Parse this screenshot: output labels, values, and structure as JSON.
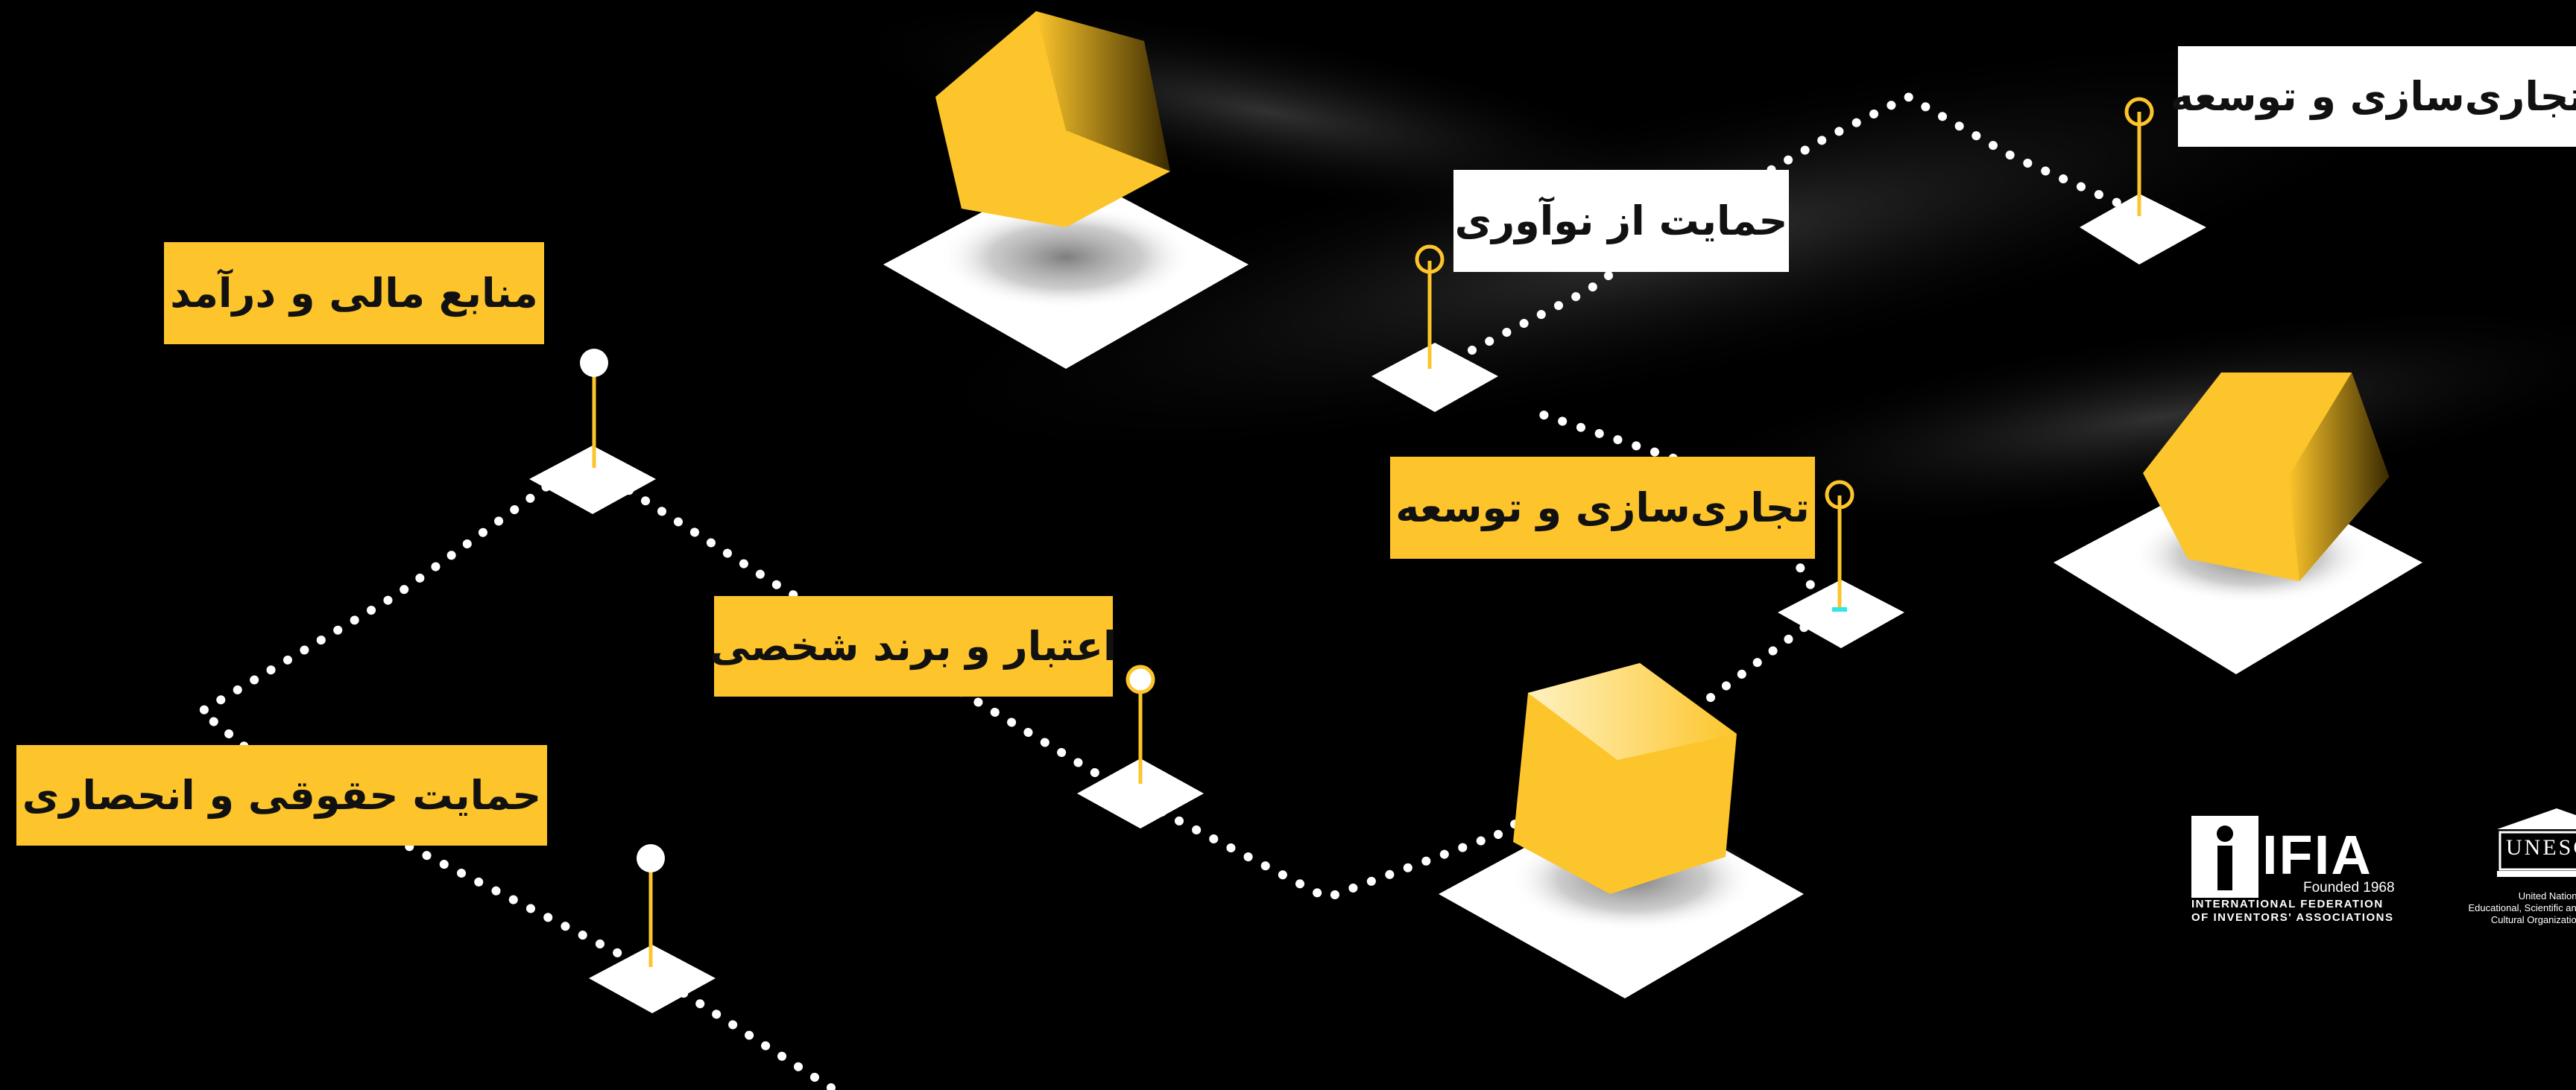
{
  "labels": {
    "commercialization_top": "تجاری‌سازی و توسعه",
    "innovation_support": "حمایت از نوآوری",
    "financial_resources": "منابع مالی و درآمد",
    "commercialization_mid": "تجاری‌سازی و توسعه",
    "credit_brand": "اعتبار و برند شخصی",
    "legal_protection": "حمایت حقوقی و انحصاری"
  },
  "logos": {
    "ifia_word": "IFIA",
    "ifia_founded": "Founded 1968",
    "ifia_line1": "INTERNATIONAL FEDERATION",
    "ifia_line2": "OF INVENTORS' ASSOCIATIONS",
    "unesco_word": "UNESCO",
    "unesco_line1": "United Nations",
    "unesco_line2": "Educational, Scientific and",
    "unesco_line3": "Cultural Organization"
  },
  "colors": {
    "background": "#000000",
    "accent_yellow": "#fdc52b",
    "tile_white": "#ffffff",
    "marker_cyan": "#2ee6e6"
  }
}
